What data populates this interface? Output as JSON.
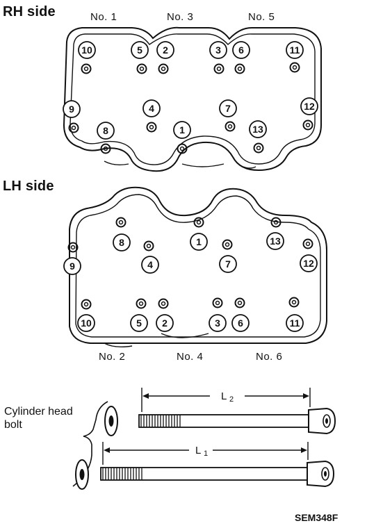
{
  "rh": {
    "title": "RH side",
    "cylinders": [
      "No. 1",
      "No. 3",
      "No. 5"
    ],
    "bolts": [
      {
        "n": "10"
      },
      {
        "n": "5"
      },
      {
        "n": "2"
      },
      {
        "n": "3"
      },
      {
        "n": "6"
      },
      {
        "n": "11"
      },
      {
        "n": "9"
      },
      {
        "n": "4"
      },
      {
        "n": "7"
      },
      {
        "n": "12"
      },
      {
        "n": "8"
      },
      {
        "n": "1"
      },
      {
        "n": "13"
      }
    ]
  },
  "lh": {
    "title": "LH side",
    "cylinders": [
      "No. 2",
      "No. 4",
      "No. 6"
    ],
    "bolts": [
      {
        "n": "8"
      },
      {
        "n": "1"
      },
      {
        "n": "13"
      },
      {
        "n": "9"
      },
      {
        "n": "4"
      },
      {
        "n": "7"
      },
      {
        "n": "12"
      },
      {
        "n": "10"
      },
      {
        "n": "5"
      },
      {
        "n": "2"
      },
      {
        "n": "3"
      },
      {
        "n": "6"
      },
      {
        "n": "11"
      }
    ]
  },
  "bolt_detail": {
    "caption": "Cylinder head bolt",
    "length_long": "L",
    "length_long_sub": "2",
    "length_short": "L",
    "length_short_sub": "1"
  },
  "figure_code": "SEM348F"
}
